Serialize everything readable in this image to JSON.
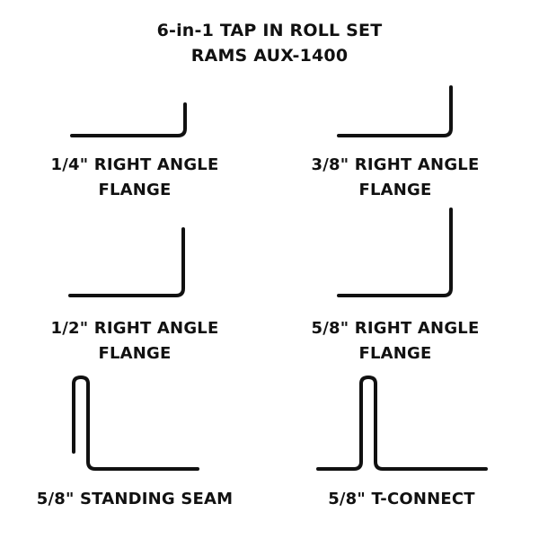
{
  "title": {
    "line1": "6-in-1 TAP IN ROLL SET",
    "line2": "RAMS AUX-1400"
  },
  "profiles": [
    {
      "line1": "1/4\" RIGHT ANGLE",
      "line2": "FLANGE"
    },
    {
      "line1": "3/8\" RIGHT ANGLE",
      "line2": "FLANGE"
    },
    {
      "line1": "1/2\" RIGHT ANGLE",
      "line2": "FLANGE"
    },
    {
      "line1": "5/8\" RIGHT ANGLE",
      "line2": "FLANGE"
    },
    {
      "line1": "5/8\" STANDING SEAM",
      "line2": ""
    },
    {
      "line1": "5/8\" T-CONNECT",
      "line2": ""
    }
  ],
  "colors": {
    "ink": "#111111",
    "background": "#ffffff"
  }
}
